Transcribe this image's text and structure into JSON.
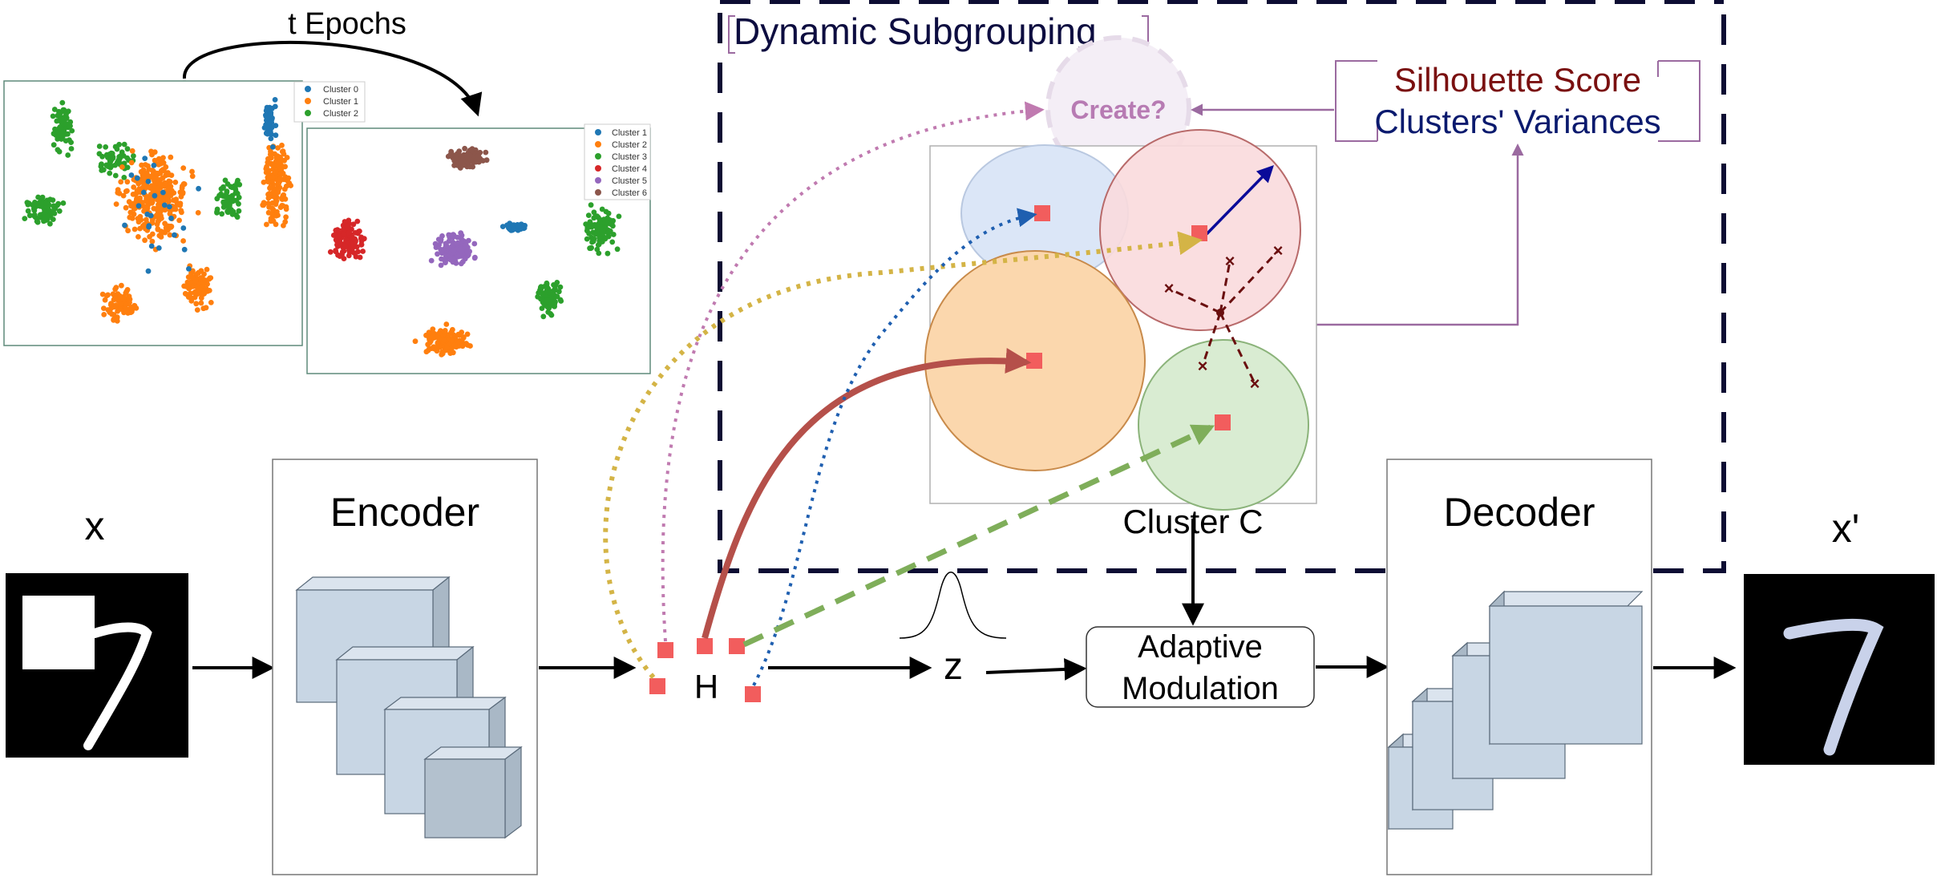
{
  "labels": {
    "t_epochs": "t Epochs",
    "dynamic_subgrouping": "Dynamic Subgrouping",
    "create": "Create?",
    "silhouette_score": "Silhouette Score",
    "clusters_variances": "Clusters' Variances",
    "encoder": "Encoder",
    "decoder": "Decoder",
    "input": "x",
    "output": "x'",
    "latent_h": "H",
    "latent_z": "z",
    "cluster_c": "Cluster C",
    "adaptive_1": "Adaptive",
    "adaptive_2": "Modulation"
  },
  "plot_before": {
    "legend": [
      "Cluster 0",
      "Cluster 1",
      "Cluster 2"
    ],
    "legend_colors": [
      "#1f77b4",
      "#ff7f0e",
      "#2ca02c"
    ]
  },
  "plot_after": {
    "legend": [
      "Cluster 1",
      "Cluster 2",
      "Cluster 3",
      "Cluster 4",
      "Cluster 5",
      "Cluster 6"
    ],
    "legend_colors": [
      "#1f77b4",
      "#ff7f0e",
      "#2ca02c",
      "#d62728",
      "#9467bd",
      "#8c564b"
    ]
  },
  "colors": {
    "dashed_box": "#0d0d33",
    "silhouette": "#7a1010",
    "variances": "#0a1a6e",
    "create_text": "#b77bb3",
    "marker": "#f25d5d",
    "cluster_blue": "#dbe6f7",
    "cluster_red": "#fadadd",
    "cluster_orange": "#fbd7ad",
    "cluster_green": "#d9ecd2",
    "box_fill": "#c8d6e4",
    "arrow_gold": "#d4b446",
    "arrow_pink": "#c07ab0",
    "arrow_red": "#b5504a",
    "arrow_blue": "#1f5fb0",
    "arrow_green": "#7fae5a"
  }
}
